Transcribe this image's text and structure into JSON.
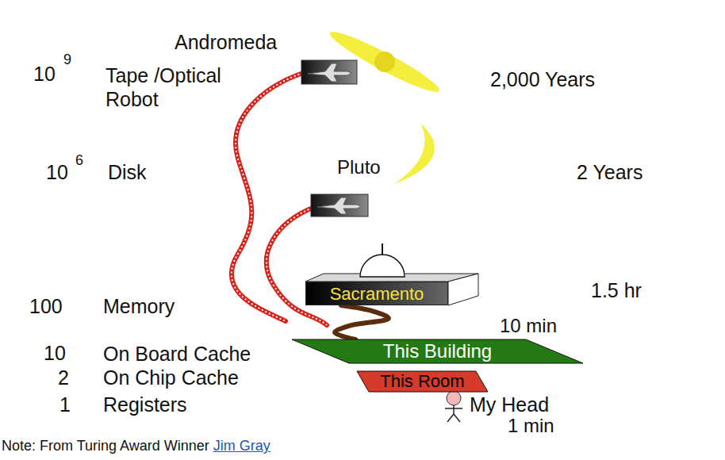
{
  "diagram": {
    "nodes": [
      {
        "text": [
          "Sacramento"
        ]
      },
      {
        "text": [
          "This Building"
        ]
      },
      {
        "text": [
          "This Room"
        ]
      }
    ],
    "edges": [
      {
        "from": 0,
        "to": 1,
        "arrow": "none"
      }
    ],
    "labels": [
      "Andromeda",
      "10",
      "9",
      "Tape /Optical Robot",
      "2,000 Years",
      "10",
      "6",
      "Disk",
      "Pluto",
      "2 Years",
      "1.5 hr",
      "100",
      "Memory",
      "10 min",
      "10",
      "On Board Cache",
      "2",
      "On Chip Cache",
      "1",
      "Registers",
      "My Head",
      "1 min",
      "Note: From Turing Award Winner",
      "Jim Gray"
    ]
  }
}
